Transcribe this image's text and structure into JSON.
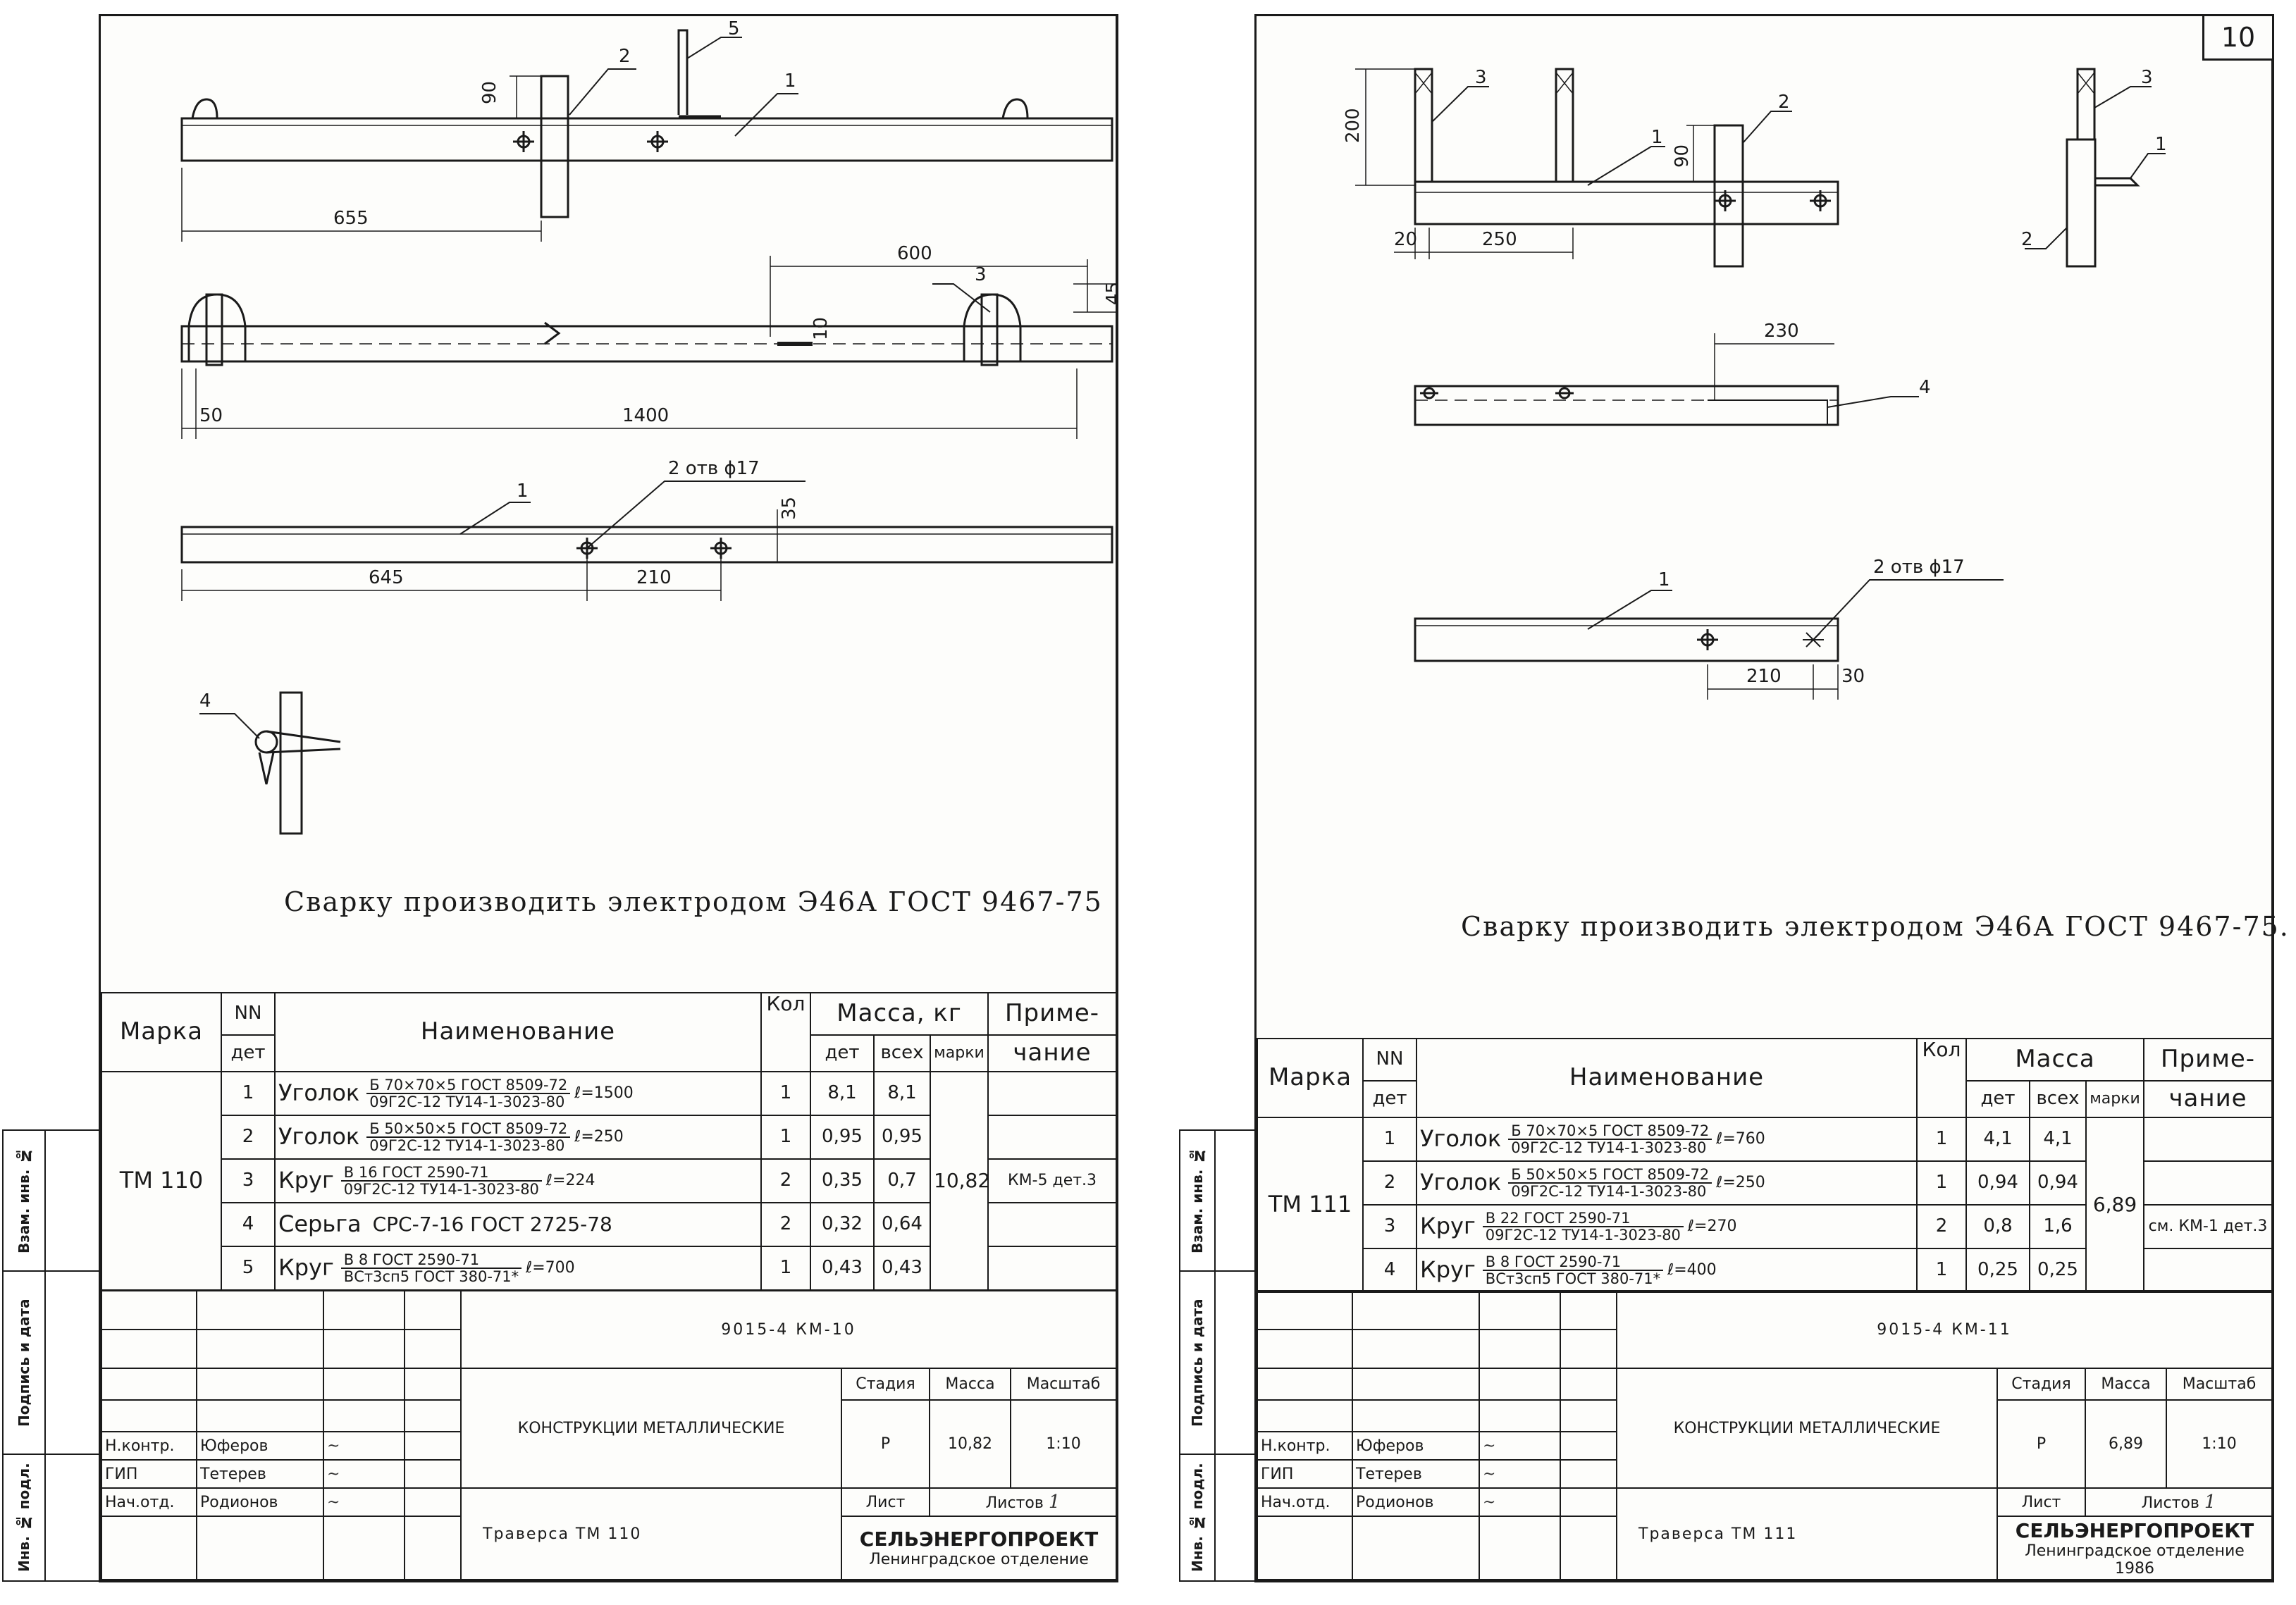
{
  "left": {
    "labels": {
      "callout_1": "1",
      "callout_2": "2",
      "callout_3": "3",
      "callout_4": "4",
      "callout_5": "5",
      "dim_90": "90",
      "dim_655": "655",
      "dim_600": "600",
      "dim_45": "45",
      "dim_10": "10",
      "dim_50": "50",
      "dim_1400": "1400",
      "holes": "2 отв ϕ17",
      "dim_35": "35",
      "dim_645": "645",
      "dim_210": "210"
    },
    "note": "Сварку производить электродом Э46А ГОСТ 9467-75",
    "spec": {
      "headers": {
        "mark": "Марка",
        "nn": "NN",
        "det": "дет",
        "name": "Наименование",
        "qty": "Кол",
        "mass": "Масса, кг",
        "m_det": "дет",
        "m_all": "всех",
        "m_mark": "марки",
        "note": "Приме-",
        "note2": "чание"
      },
      "mark": "ТМ 110",
      "mark_mass": "10,82",
      "rows": [
        {
          "n": "1",
          "kind": "Уголок",
          "top": "Б 70×70×5  ГОСТ 8509-72",
          "bot": "09Г2С-12  ТУ14-1-3023-80",
          "len": "ℓ=1500",
          "qty": "1",
          "det": "8,1",
          "all": "8,1",
          "note": ""
        },
        {
          "n": "2",
          "kind": "Уголок",
          "top": "Б 50×50×5  ГОСТ 8509-72",
          "bot": "09Г2С-12  ТУ14-1-3023-80",
          "len": "ℓ=250",
          "qty": "1",
          "det": "0,95",
          "all": "0,95",
          "note": ""
        },
        {
          "n": "3",
          "kind": "Круг",
          "top": "В 16  ГОСТ 2590-71",
          "bot": "09Г2С-12  ТУ14-1-3023-80",
          "len": "ℓ=224",
          "qty": "2",
          "det": "0,35",
          "all": "0,7",
          "note": "КМ-5 дет.3"
        },
        {
          "n": "4",
          "kind": "Серьга",
          "top": "",
          "bot": "",
          "len": "СРС-7-16  ГОСТ 2725-78",
          "qty": "2",
          "det": "0,32",
          "all": "0,64",
          "note": ""
        },
        {
          "n": "5",
          "kind": "Круг",
          "top": "В 8  ГОСТ 2590-71",
          "bot": "ВСт3сп5  ГОСТ 380-71*",
          "len": "ℓ=700",
          "qty": "1",
          "det": "0,43",
          "all": "0,43",
          "note": ""
        }
      ]
    },
    "stamp": {
      "doc_no": "9015-4 КМ-10",
      "title": "КОНСТРУКЦИИ МЕТАЛЛИЧЕСКИЕ",
      "stage_label": "Стадия",
      "mass_label": "Масса",
      "scale_label": "Масштаб",
      "stage": "Р",
      "mass": "10,82",
      "scale": "1:10",
      "sheet_label": "Лист",
      "sheets_label": "Листов",
      "sheets": "1",
      "org": "СЕЛЬЭНЕРГОПРОЕКТ",
      "org2": "Ленинградское отделение",
      "drawing_name": "Траверса ТМ 110",
      "staff": [
        {
          "role": "Н.контр.",
          "name": "Юферов"
        },
        {
          "role": "ГИП",
          "name": "Тетерев"
        },
        {
          "role": "Нач.отд.",
          "name": "Родионов"
        }
      ]
    },
    "sidebar": {
      "inv": "Взам. инв. №",
      "sign": "Подпись и дата",
      "inv_orig": "Инв. № подл."
    }
  },
  "right": {
    "sheet_no": "10",
    "labels": {
      "callout_1": "1",
      "callout_2": "2",
      "callout_3": "3",
      "callout_4": "4",
      "dim_200": "200",
      "dim_90": "90",
      "dim_20": "20",
      "dim_250": "250",
      "dim_230": "230",
      "holes": "2 отв ϕ17",
      "dim_210": "210",
      "dim_30": "30"
    },
    "note": "Сварку производить электродом Э46А ГОСТ 9467-75.",
    "spec": {
      "headers": {
        "mark": "Марка",
        "nn": "NN",
        "det": "дет",
        "name": "Наименование",
        "qty": "Кол",
        "mass": "Масса",
        "m_det": "дет",
        "m_all": "всех",
        "m_mark": "марки",
        "note": "Приме-",
        "note2": "чание"
      },
      "mark": "ТМ 111",
      "mark_mass": "6,89",
      "rows": [
        {
          "n": "1",
          "kind": "Уголок",
          "top": "Б 70×70×5  ГОСТ 8509-72",
          "bot": "09Г2С-12  ТУ14-1-3023-80",
          "len": "ℓ=760",
          "qty": "1",
          "det": "4,1",
          "all": "4,1",
          "note": ""
        },
        {
          "n": "2",
          "kind": "Уголок",
          "top": "Б 50×50×5  ГОСТ 8509-72",
          "bot": "09Г2С-12  ТУ14-1-3023-80",
          "len": "ℓ=250",
          "qty": "1",
          "det": "0,94",
          "all": "0,94",
          "note": ""
        },
        {
          "n": "3",
          "kind": "Круг",
          "top": "В 22  ГОСТ 2590-71",
          "bot": "09Г2С-12  ТУ14-1-3023-80",
          "len": "ℓ=270",
          "qty": "2",
          "det": "0,8",
          "all": "1,6",
          "note": "см. КМ-1 дет.3"
        },
        {
          "n": "4",
          "kind": "Круг",
          "top": "В 8  ГОСТ 2590-71",
          "bot": "ВСт3сп5  ГОСТ 380-71*",
          "len": "ℓ=400",
          "qty": "1",
          "det": "0,25",
          "all": "0,25",
          "note": ""
        }
      ]
    },
    "stamp": {
      "doc_no": "9015-4 КМ-11",
      "title": "КОНСТРУКЦИИ МЕТАЛЛИЧЕСКИЕ",
      "stage_label": "Стадия",
      "mass_label": "Масса",
      "scale_label": "Масштаб",
      "stage": "Р",
      "mass": "6,89",
      "scale": "1:10",
      "sheet_label": "Лист",
      "sheets_label": "Листов",
      "sheets": "1",
      "org": "СЕЛЬЭНЕРГОПРОЕКТ",
      "org2": "Ленинградское отделение",
      "org_year": "1986",
      "drawing_name": "Траверса ТМ 111",
      "staff": [
        {
          "role": "Н.контр.",
          "name": "Юферов"
        },
        {
          "role": "ГИП",
          "name": "Тетерев"
        },
        {
          "role": "Нач.отд.",
          "name": "Родионов"
        }
      ]
    },
    "sidebar": {
      "inv": "Взам. инв. №",
      "sign": "Подпись и дата",
      "inv_orig": "Инв. № подл."
    }
  }
}
